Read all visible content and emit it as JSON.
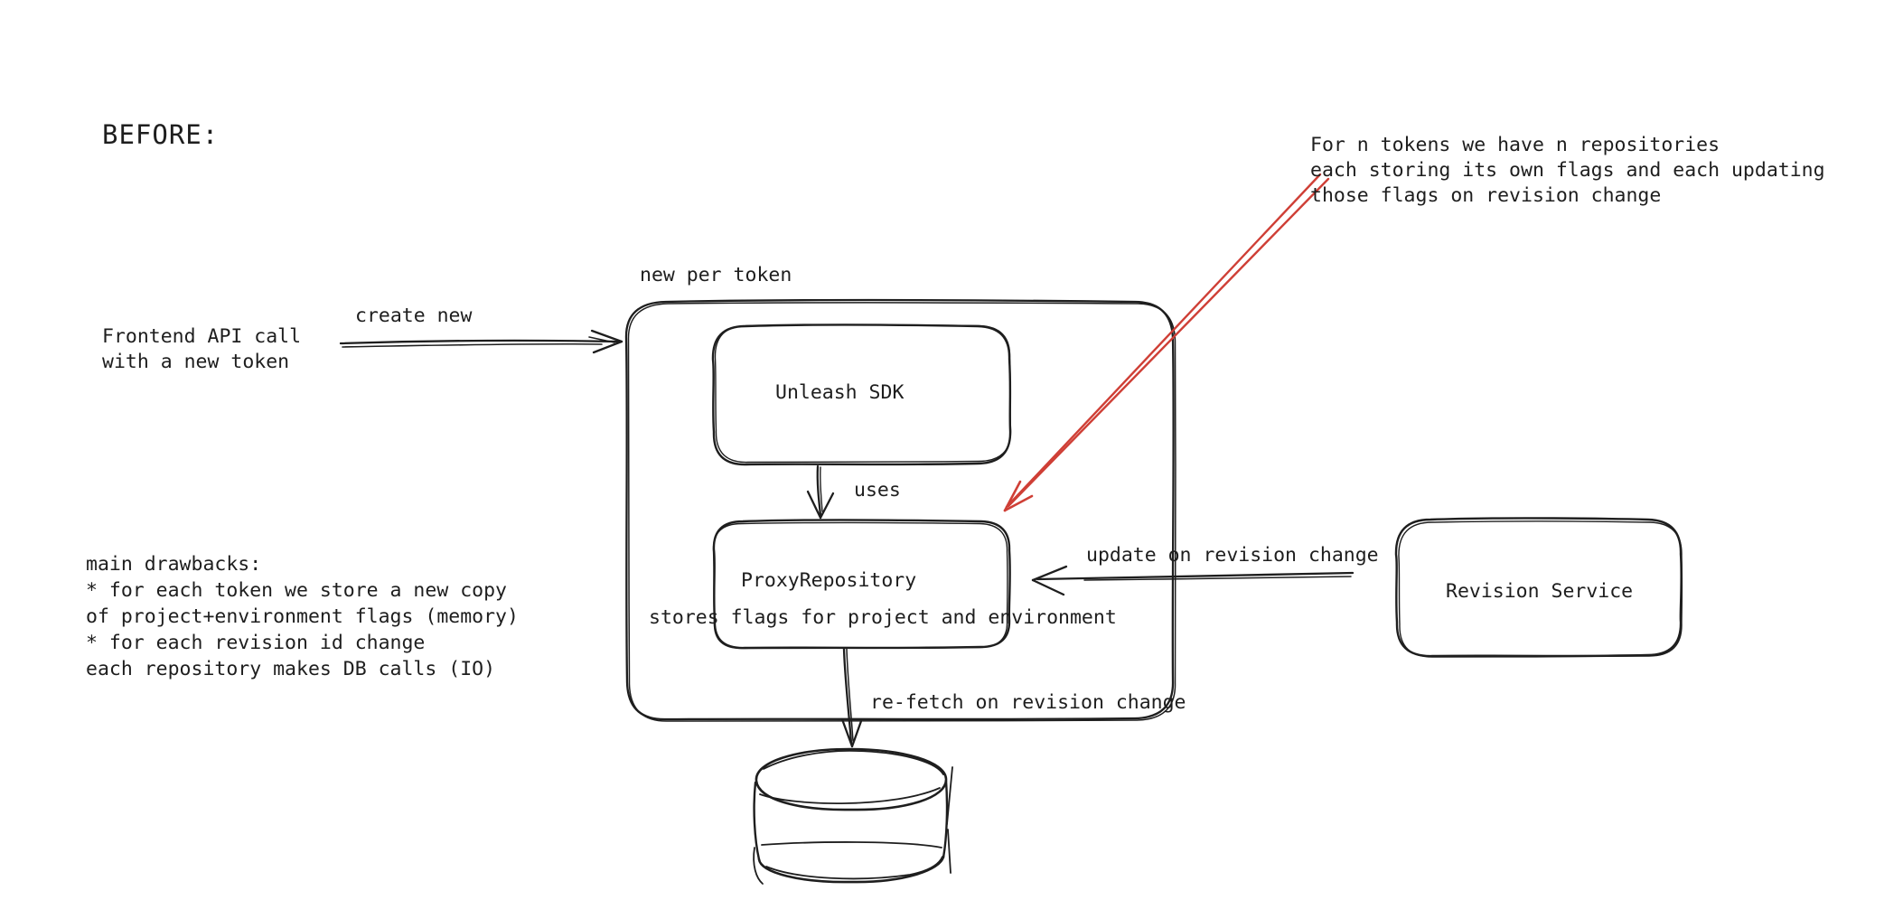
{
  "meta": {
    "background_color": "#ffffff",
    "ink_color": "#1e1e1e",
    "accent_red_color": "#cf3f36"
  },
  "title": {
    "text": "BEFORE:"
  },
  "notes": {
    "tokens_note": {
      "text": "For n tokens we have n repositories\neach storing its own flags and each updating\nthose flags on revision change"
    },
    "frontend_note": {
      "text": "Frontend API call\nwith a new token"
    },
    "drawbacks_note": {
      "text": "main drawbacks:\n* for each token we store a new copy\nof project+environment flags (memory)\n* for each revision id change\neach repository makes DB calls (IO)"
    }
  },
  "nodes": {
    "container": {
      "label": "new per token"
    },
    "unleash_sdk": {
      "label": "Unleash SDK"
    },
    "proxy_repository": {
      "label": "ProxyRepository",
      "sublabel": "stores flags for project and environment"
    },
    "revision_service": {
      "label": "Revision Service"
    },
    "database": {
      "icon": "db-cylinder"
    }
  },
  "edges": {
    "create_new": {
      "label": "create new"
    },
    "uses": {
      "label": "uses"
    },
    "update": {
      "label": "update on revision change"
    },
    "refetch": {
      "label": "re-fetch on revision change"
    }
  }
}
